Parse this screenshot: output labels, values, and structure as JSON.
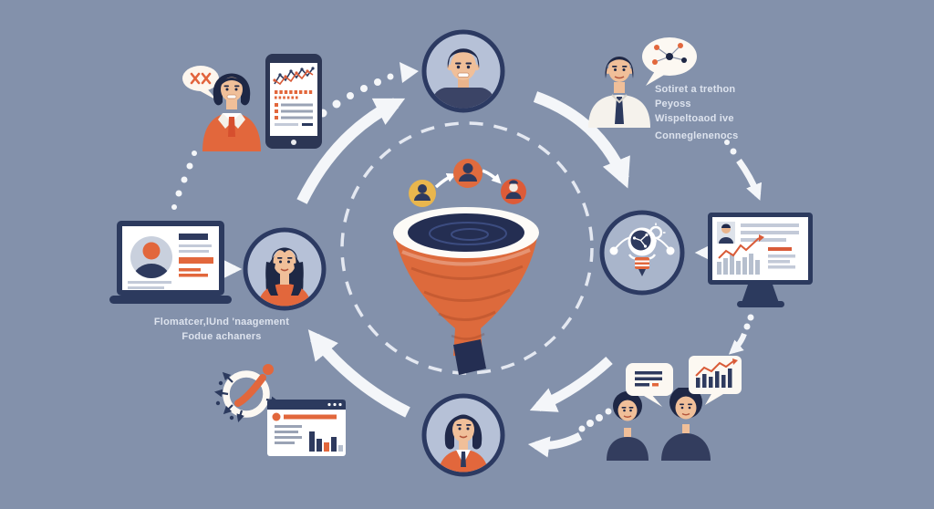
{
  "scene": {
    "background": "#8391ab",
    "palette": {
      "navy": "#2c3a5e",
      "dark_navy": "#20294a",
      "orange": "#e2673c",
      "orange_red": "#d95b38",
      "yellow": "#e9b64d",
      "cream": "#fcf8f2",
      "avatar_bg": "#b6c1d7",
      "ring": "#2c3a62",
      "screen_line_gray": "#c3cad8",
      "skin": "#f0bf99",
      "text": "#dde3ee"
    },
    "annotations": {
      "top_right": {
        "line1": "Sotiret a trethon",
        "line2": "Peyoss",
        "line3": "Wispeltoaod ive",
        "line4": "Conneglenenocs"
      },
      "bottom_left": {
        "line1": "Flomatcer,lUnd 'naagement",
        "line2": "Fodue achaners"
      }
    },
    "icons": [
      "speech-bubble-scribble",
      "consultant-woman",
      "smartphone-analytics",
      "prospect-avatar-top",
      "consultant-man",
      "speech-bubble-network",
      "funnel",
      "lead-person-yellow",
      "lead-person-orange",
      "lead-person-red",
      "idea-lightbulb-badge",
      "analytics-monitor",
      "profile-laptop",
      "customer-avatar-left",
      "customer-avatar-bottom",
      "target-network",
      "browser-report",
      "team-members",
      "speech-bubble-notes",
      "speech-bubble-growth-chart",
      "dashed-cycle-circle",
      "flow-arrows"
    ]
  }
}
